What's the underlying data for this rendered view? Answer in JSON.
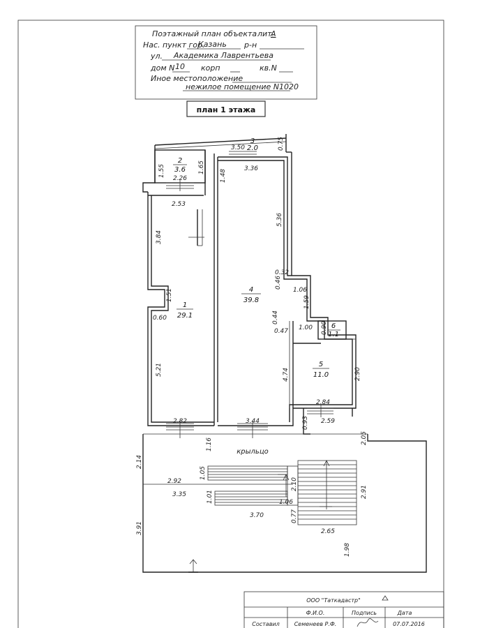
{
  "header": {
    "title": "Поэтажный план объекта",
    "lit_label": "лит.",
    "lit_value": "А",
    "locality_label": "Нас. пункт гор.",
    "locality_value": "Казань",
    "district_label": "р-н",
    "street_label": "ул.",
    "street_value": "Академика Лаврентьева",
    "house_label": "дом N",
    "house_value": "10",
    "korp_label": "корп",
    "flat_label": "кв.N",
    "other_location_label": "Иное местоположение",
    "premises_value": "нежилое помещение N1020"
  },
  "floor_title": "план 1 этажа",
  "rooms": [
    {
      "num": "1",
      "area": "29.1"
    },
    {
      "num": "2",
      "area": "3.6"
    },
    {
      "num": "3",
      "area": "2.0"
    },
    {
      "num": "4",
      "area": "39.8"
    },
    {
      "num": "5",
      "area": "11.0"
    },
    {
      "num": "6",
      "area": "1.1"
    }
  ],
  "dims": {
    "d155": "1.55",
    "d165": "1.65",
    "d226": "2.26",
    "d350": "3.50",
    "d075": "0.75",
    "d336": "3.36",
    "d148": "1.48",
    "d253": "2.53",
    "d384": "3.84",
    "d536": "5.36",
    "d032": "0.32",
    "d046": "0.46",
    "d106a": "1.06",
    "d151": "1.51",
    "d159": "1.59",
    "d060": "0.60",
    "d044": "0.44",
    "d047": "0.47",
    "d100": "1.00",
    "d090": "0.90",
    "d521": "5.21",
    "d474": "4.74",
    "d290": "2.90",
    "d284": "2.84",
    "d282": "2.82",
    "d344": "3.44",
    "d093": "0.93",
    "d259": "2.59",
    "d116": "1.16",
    "d205": "2.05",
    "d214": "2.14",
    "d105": "1.05",
    "d292": "2.92",
    "d210": "2.10",
    "d291": "2.91",
    "d335": "3.35",
    "d101": "1.01",
    "d106b": "1.06",
    "d370": "3.70",
    "d077": "0.77",
    "d391": "3.91",
    "d265": "2.65",
    "d198": "1.98"
  },
  "porch_label": "крыльцо",
  "stamp": {
    "org": "ООО \"Таткадастр\"",
    "col_fio": "Ф.И.О.",
    "col_sign": "Подпись",
    "col_date": "Дата",
    "row_role": "Составил",
    "row_name": "Семенеев Р.Ф.",
    "row_date": "07.07.2016"
  }
}
